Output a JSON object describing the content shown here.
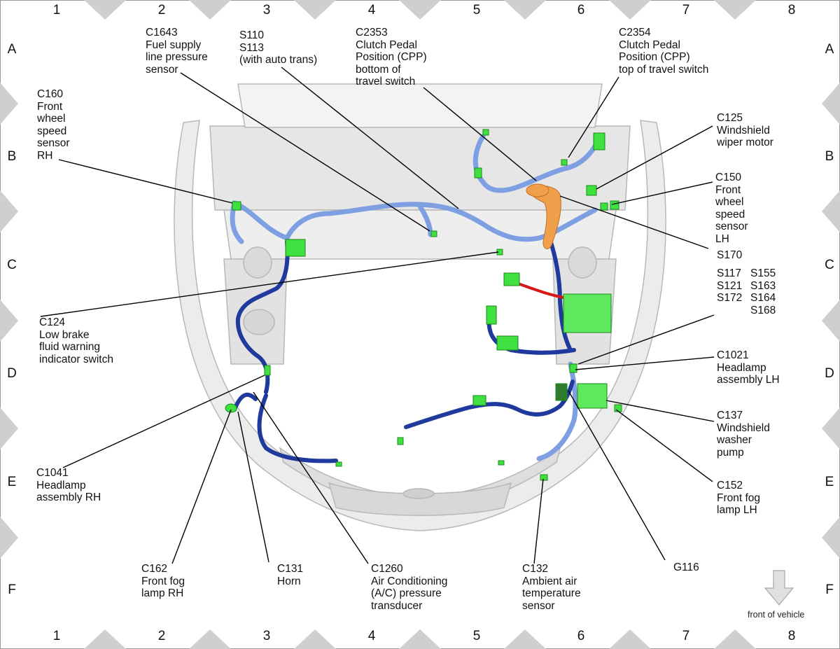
{
  "grid": {
    "columns": [
      "1",
      "2",
      "3",
      "4",
      "5",
      "6",
      "7",
      "8"
    ],
    "rows": [
      "A",
      "B",
      "C",
      "D",
      "E",
      "F"
    ]
  },
  "colors": {
    "harness_light": "#7f9fe3",
    "harness_dark": "#1f3a9c",
    "connector": "#3fe03f",
    "highlight_orange": "#f0a04a",
    "red_wire": "#d81818",
    "leader": "#000000",
    "border_marker": "#c9c9c9"
  },
  "labels": {
    "c1643": "C1643\nFuel supply\nline pressure\nsensor",
    "s110": "S110\nS113\n(with auto trans)",
    "c2353": "C2353\nClutch Pedal\nPosition (CPP)\nbottom of\ntravel switch",
    "c2354": "C2354\nClutch Pedal\nPosition (CPP)\ntop of travel switch",
    "c160": "C160\nFront\nwheel\nspeed\nsensor\nRH",
    "c125": "C125\nWindshield\nwiper motor",
    "c150": "C150\nFront\nwheel\nspeed\nsensor\nLH",
    "s170": "S170",
    "splices_left": "S117\nS121\nS172",
    "splices_right": "S155\nS163\nS164\nS168",
    "c124": "C124\nLow brake\nfluid warning\nindicator switch",
    "c1021": "C1021\nHeadlamp\nassembly LH",
    "c137": "C137\nWindshield\nwasher\npump",
    "c1041": "C1041\nHeadlamp\nassembly RH",
    "c152": "C152\nFront fog\nlamp LH",
    "c162": "C162\nFront fog\nlamp RH",
    "c131": "C131\nHorn",
    "c1260": "C1260\nAir Conditioning\n(A/C) pressure\ntransducer",
    "c132": "C132\nAmbient air\ntemperature\nsensor",
    "g116": "G116",
    "front_of_vehicle": "front of vehicle"
  }
}
